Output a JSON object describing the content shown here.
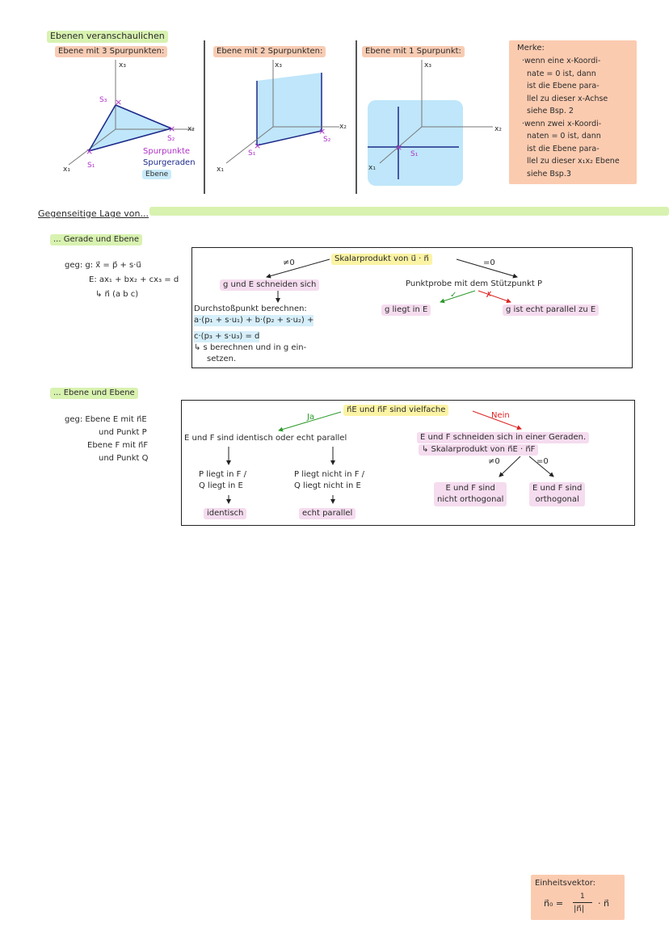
{
  "section1": {
    "title": "Ebenen veranschaulichen",
    "panel1": {
      "heading": "Ebene mit 3 Spurpunkten:",
      "x1": "x₁",
      "x2": "x₂",
      "x3": "x₃",
      "s1": "S₁",
      "s2": "S₂",
      "s3": "S₃",
      "legend": {
        "spurpunkte": "Spurpunkte",
        "spurgeraden": "Spurgeraden",
        "ebene": "Ebene"
      }
    },
    "panel2": {
      "heading": "Ebene mit 2 Spurpunkten:",
      "x1": "x₁",
      "x2": "x₂",
      "x3": "x₃",
      "s1": "S₁",
      "s2": "S₂"
    },
    "panel3": {
      "heading": "Ebene mit 1 Spurpunkt:",
      "x1": "x₁",
      "x2": "x₂",
      "x3": "x₃",
      "s1": "S₁"
    },
    "merke": {
      "title": "Merke:",
      "lines": [
        "·wenn eine x-Koordi-",
        "nate = 0 ist, dann",
        "ist die Ebene para-",
        "llel zu dieser x-Achse",
        "siehe Bsp. 2",
        "·wenn zwei x-Koordi-",
        "naten = 0 ist, dann",
        "ist die Ebene para-",
        "llel zu dieser x₁x₂ Ebene",
        "siehe Bsp.3"
      ]
    }
  },
  "section2": {
    "title": "Gegenseitige Lage von...",
    "ge": {
      "subtitle": "... Gerade und Ebene",
      "given": [
        "geg: g: x⃗ = p⃗ + s·u⃗",
        "E: ax₁ + bx₂ + cx₃ = d",
        "↳ n⃗ (a b c)"
      ],
      "center": "Skalarprodukt von u⃗ · n⃗",
      "neq0": "≠0",
      "eq0": "=0",
      "left_result": "g und E schneiden sich",
      "durchstoss": [
        "Durchstoßpunkt berechnen:",
        "a·(p₁ + s·u₁) + b·(p₂ + s·u₂) +",
        "c·(p₃ + s·u₃) = d",
        "↳ s berechnen und in g ein-",
        "setzen."
      ],
      "punktprobe": "Punktprobe mit dem Stützpunkt P",
      "check": "✓",
      "cross": "✗",
      "liegt_in": "g liegt in E",
      "echt_parallel": "g ist echt parallel zu E"
    },
    "ee": {
      "subtitle": "... Ebene und Ebene",
      "given": [
        "geg: Ebene E mit n⃗E",
        "und Punkt P",
        "Ebene F mit n⃗F",
        "und Punkt Q"
      ],
      "center": "n⃗E und n⃗F sind vielfache",
      "ja": "Ja",
      "nein": "Nein",
      "left_result": "E und F sind identisch oder echt parallel",
      "right_result": "E und F schneiden sich in einer Geraden.",
      "skalar": "↳ Skalarprodukt von n⃗E · n⃗F",
      "neq0": "≠0",
      "eq0": "=0",
      "p_liegt": [
        "P liegt in F /",
        "Q liegt in E"
      ],
      "p_nicht": [
        "P liegt nicht in F /",
        "Q liegt nicht in E"
      ],
      "identisch": "identisch",
      "echt_parallel": "echt parallel",
      "nicht_orth": [
        "E und F sind",
        "nicht orthogonal"
      ],
      "orth": [
        "E und F sind",
        "orthogonal"
      ]
    }
  },
  "einheit": {
    "title": "Einheitsvektor:",
    "lhs": "n⃗₀ =",
    "num": "1",
    "den": "|n⃗|",
    "rhs": "· n⃗"
  },
  "colors": {
    "green": "#d8f2b0",
    "peach": "#f8ccb4",
    "yellow": "#fbf3a4",
    "blue_fill": "#bfe6fa",
    "purple": "#b030c8",
    "navy": "#1d2a8a"
  }
}
